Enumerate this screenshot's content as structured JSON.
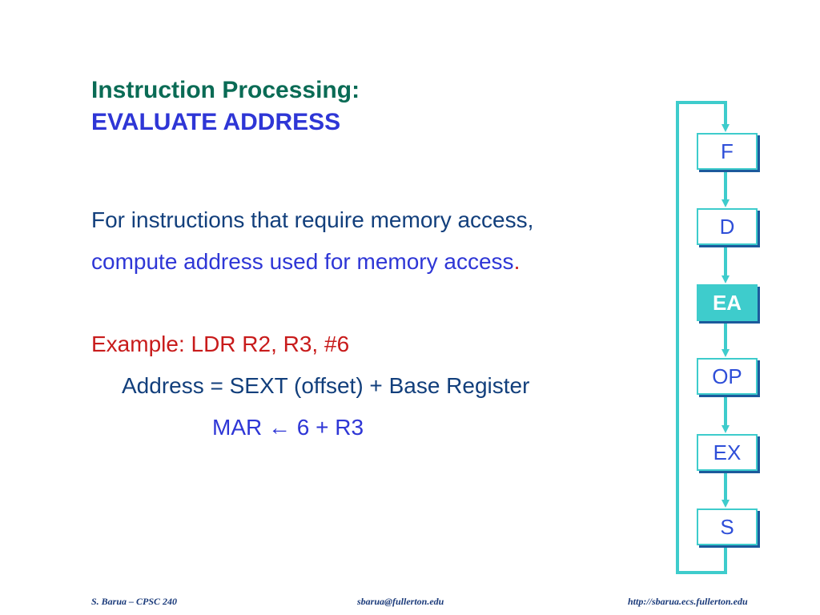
{
  "title": {
    "line1": "Instruction Processing:",
    "line2": "EVALUATE ADDRESS"
  },
  "body": {
    "line1": "For instructions that require memory access,",
    "line2": "compute address used for memory access",
    "line2_end": ".",
    "line3": "Example: LDR R2, R3, #6",
    "line4": "Address  = SEXT (offset) + Base Register",
    "line5": "MAR ← 6 + R3"
  },
  "cycle": {
    "stages": [
      {
        "label": "F",
        "active": false
      },
      {
        "label": "D",
        "active": false
      },
      {
        "label": "EA",
        "active": true
      },
      {
        "label": "OP",
        "active": false
      },
      {
        "label": "EX",
        "active": false
      },
      {
        "label": "S",
        "active": false
      }
    ]
  },
  "footer": {
    "left": "S. Barua – CPSC 240",
    "center": "sbarua@fullerton.edu",
    "right": "http://sbarua.ecs.fullerton.edu"
  },
  "colors": {
    "title_green": "#0a6b55",
    "title_blue": "#2e36d6",
    "text_navy": "#123f7c",
    "text_red": "#c81b1b",
    "stage_border": "#3ecccc",
    "stage_shadow": "#1c5a9c"
  }
}
